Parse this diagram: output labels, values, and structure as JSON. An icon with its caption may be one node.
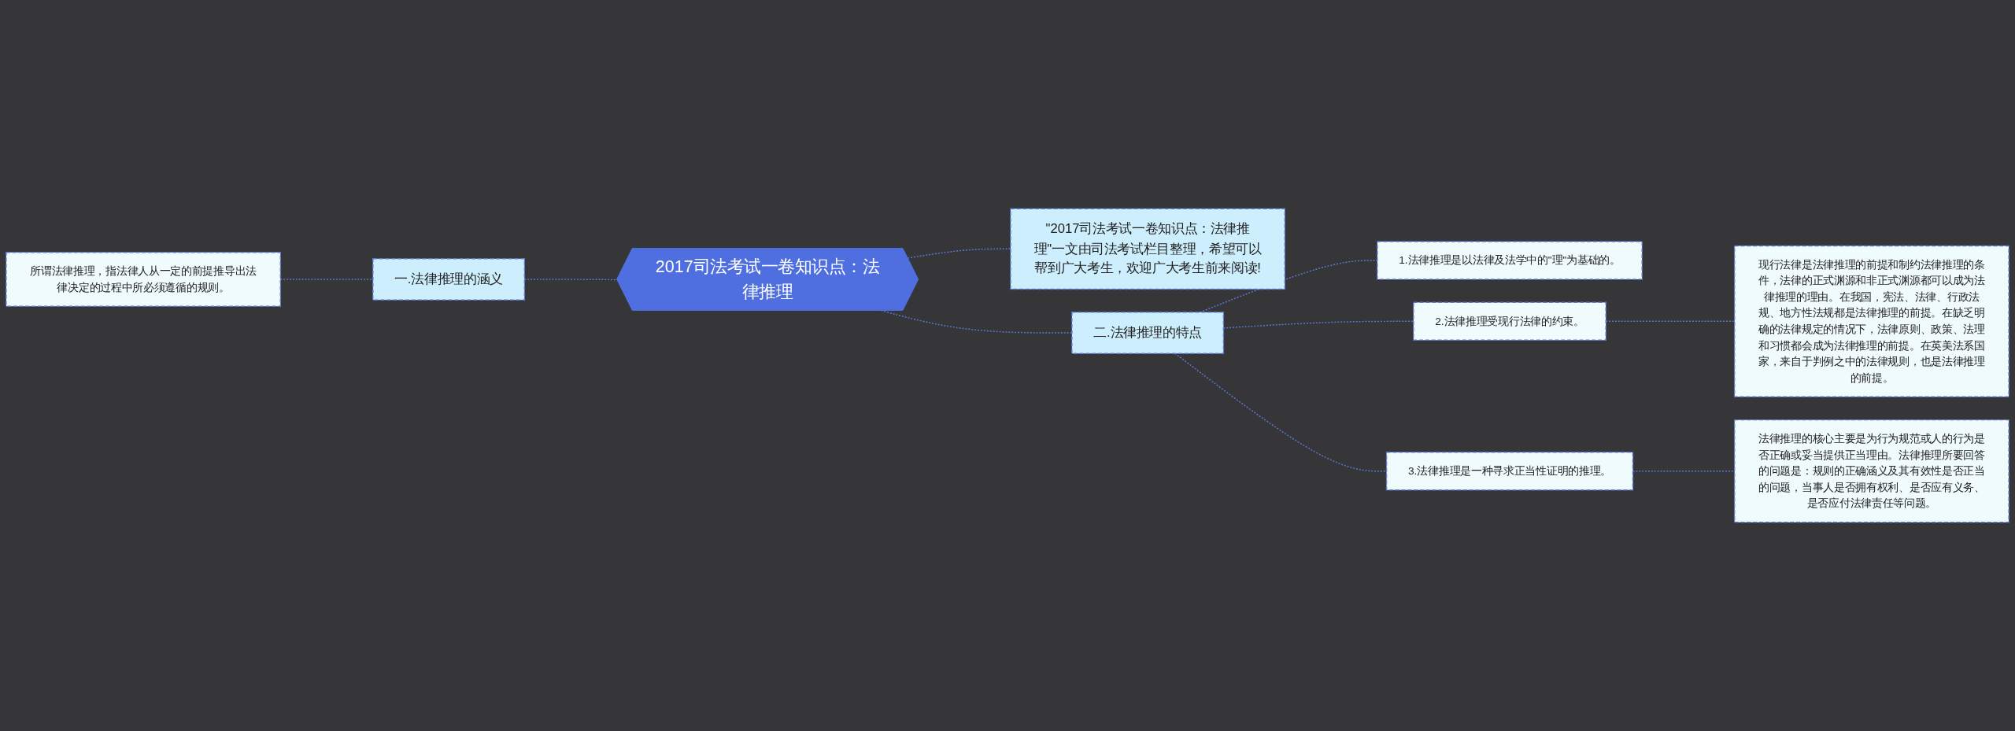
{
  "diagram": {
    "nodes": [
      {
        "text": [
          "2017司法考试一卷知识点：法律推理"
        ]
      },
      {
        "text": [
          "一.法律推理的涵义"
        ]
      },
      {
        "text": [
          "所谓法律推理，指法律人从一定的前提推导出法律决定的过程中所必须遵循的规则。"
        ]
      },
      {
        "text": [
          "\"2017司法考试一卷知识点：法律推理\"一文由司法考试栏目整理，希望可以帮到广大考生，欢迎广大考生前来阅读!"
        ]
      },
      {
        "text": [
          "二.法律推理的特点"
        ]
      },
      {
        "text": [
          "1.法律推理是以法律及法学中的\"理\"为基础的。"
        ]
      },
      {
        "text": [
          "2.法律推理受现行法律的约束。"
        ]
      },
      {
        "text": [
          "现行法律是法律推理的前提和制约法律推理的条件，法律的正式渊源和非正式渊源都可以成为法律推理的理由。在我国，宪法、法律、行政法规、地方性法规都是法律推理的前提。在缺乏明确的法律规定的情况下，法律原则、政策、法理和习惯都会成为法律推理的前提。在英美法系国家，来自于判例之中的法律规则，也是法律推理的前提。"
        ]
      },
      {
        "text": [
          "3.法律推理是一种寻求正当性证明的推理。"
        ]
      },
      {
        "text": [
          "法律推理的核心主要是为行为规范或人的行为是否正确或妥当提供正当理由。法律推理所要回答的问题是：规则的正确涵义及其有效性是否正当的问题，当事人是否拥有权利、是否应有义务、是否应付法律责任等问题。"
        ]
      }
    ],
    "edges": [
      {
        "from": 0,
        "to": 1,
        "arrow": "none",
        "style": "dashed"
      },
      {
        "from": 1,
        "to": 2,
        "arrow": "none",
        "style": "dashed"
      },
      {
        "from": 0,
        "to": 3,
        "arrow": "none",
        "style": "dashed"
      },
      {
        "from": 0,
        "to": 4,
        "arrow": "none",
        "style": "dashed"
      },
      {
        "from": 4,
        "to": 5,
        "arrow": "none",
        "style": "dashed"
      },
      {
        "from": 4,
        "to": 6,
        "arrow": "none",
        "style": "dashed"
      },
      {
        "from": 6,
        "to": 7,
        "arrow": "none",
        "style": "dashed"
      },
      {
        "from": 4,
        "to": 8,
        "arrow": "none",
        "style": "dashed"
      },
      {
        "from": 8,
        "to": 9,
        "arrow": "none",
        "style": "dashed"
      }
    ]
  }
}
